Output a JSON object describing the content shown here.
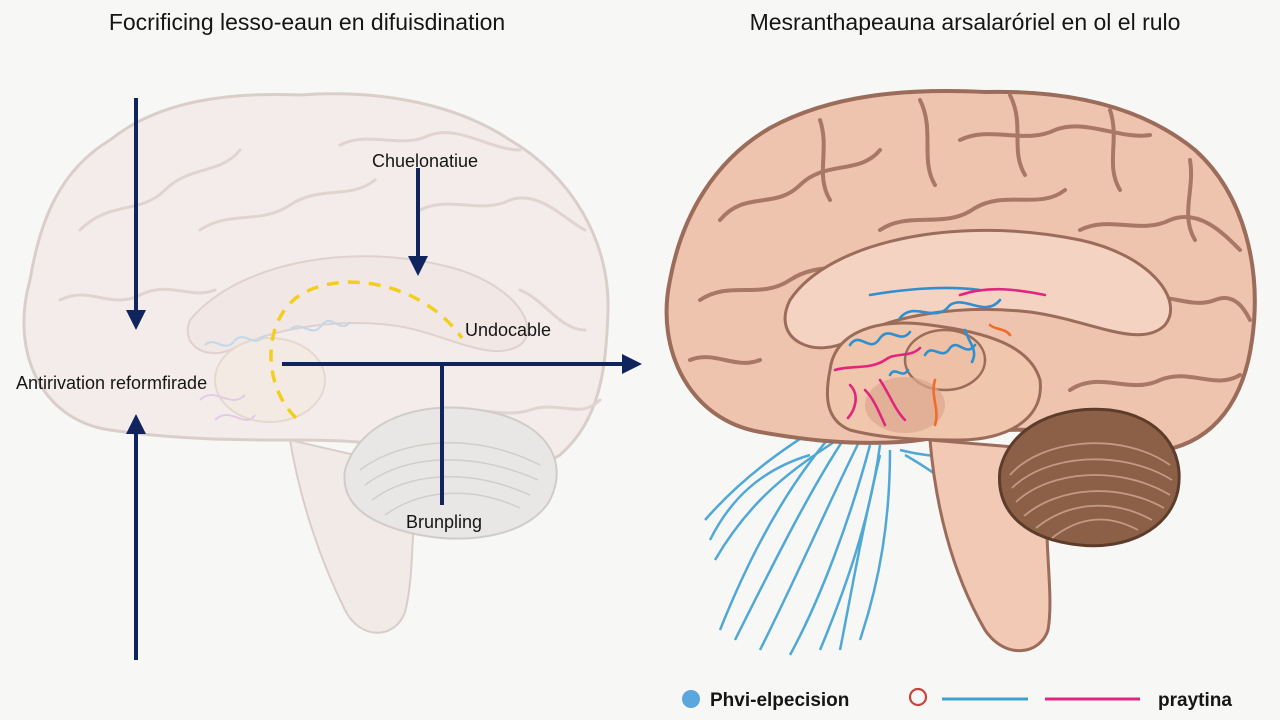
{
  "diagram": {
    "left_panel": {
      "title": "Focrificing lesso-eaun en difuisdination",
      "labels": {
        "top": "Chuelonatiue",
        "right": "Undocable",
        "left": "Antirivation reformfirade",
        "bottom": "Brunpling"
      }
    },
    "right_panel": {
      "title": "Mesranthapeauna arsalaróriel en ol el rulo"
    },
    "legend": {
      "item1": "Phvi-elpecision",
      "item2": "praytina"
    },
    "colors": {
      "arrow": "#10245e",
      "dashed_path": "#f2cf1f",
      "blue_vessels": "#3ea0d3",
      "magenta_vessels": "#e0267d",
      "brain_fill": "#eec4ae",
      "brain_outline": "#9b6c5a",
      "cerebellum": "#8c6047"
    }
  }
}
